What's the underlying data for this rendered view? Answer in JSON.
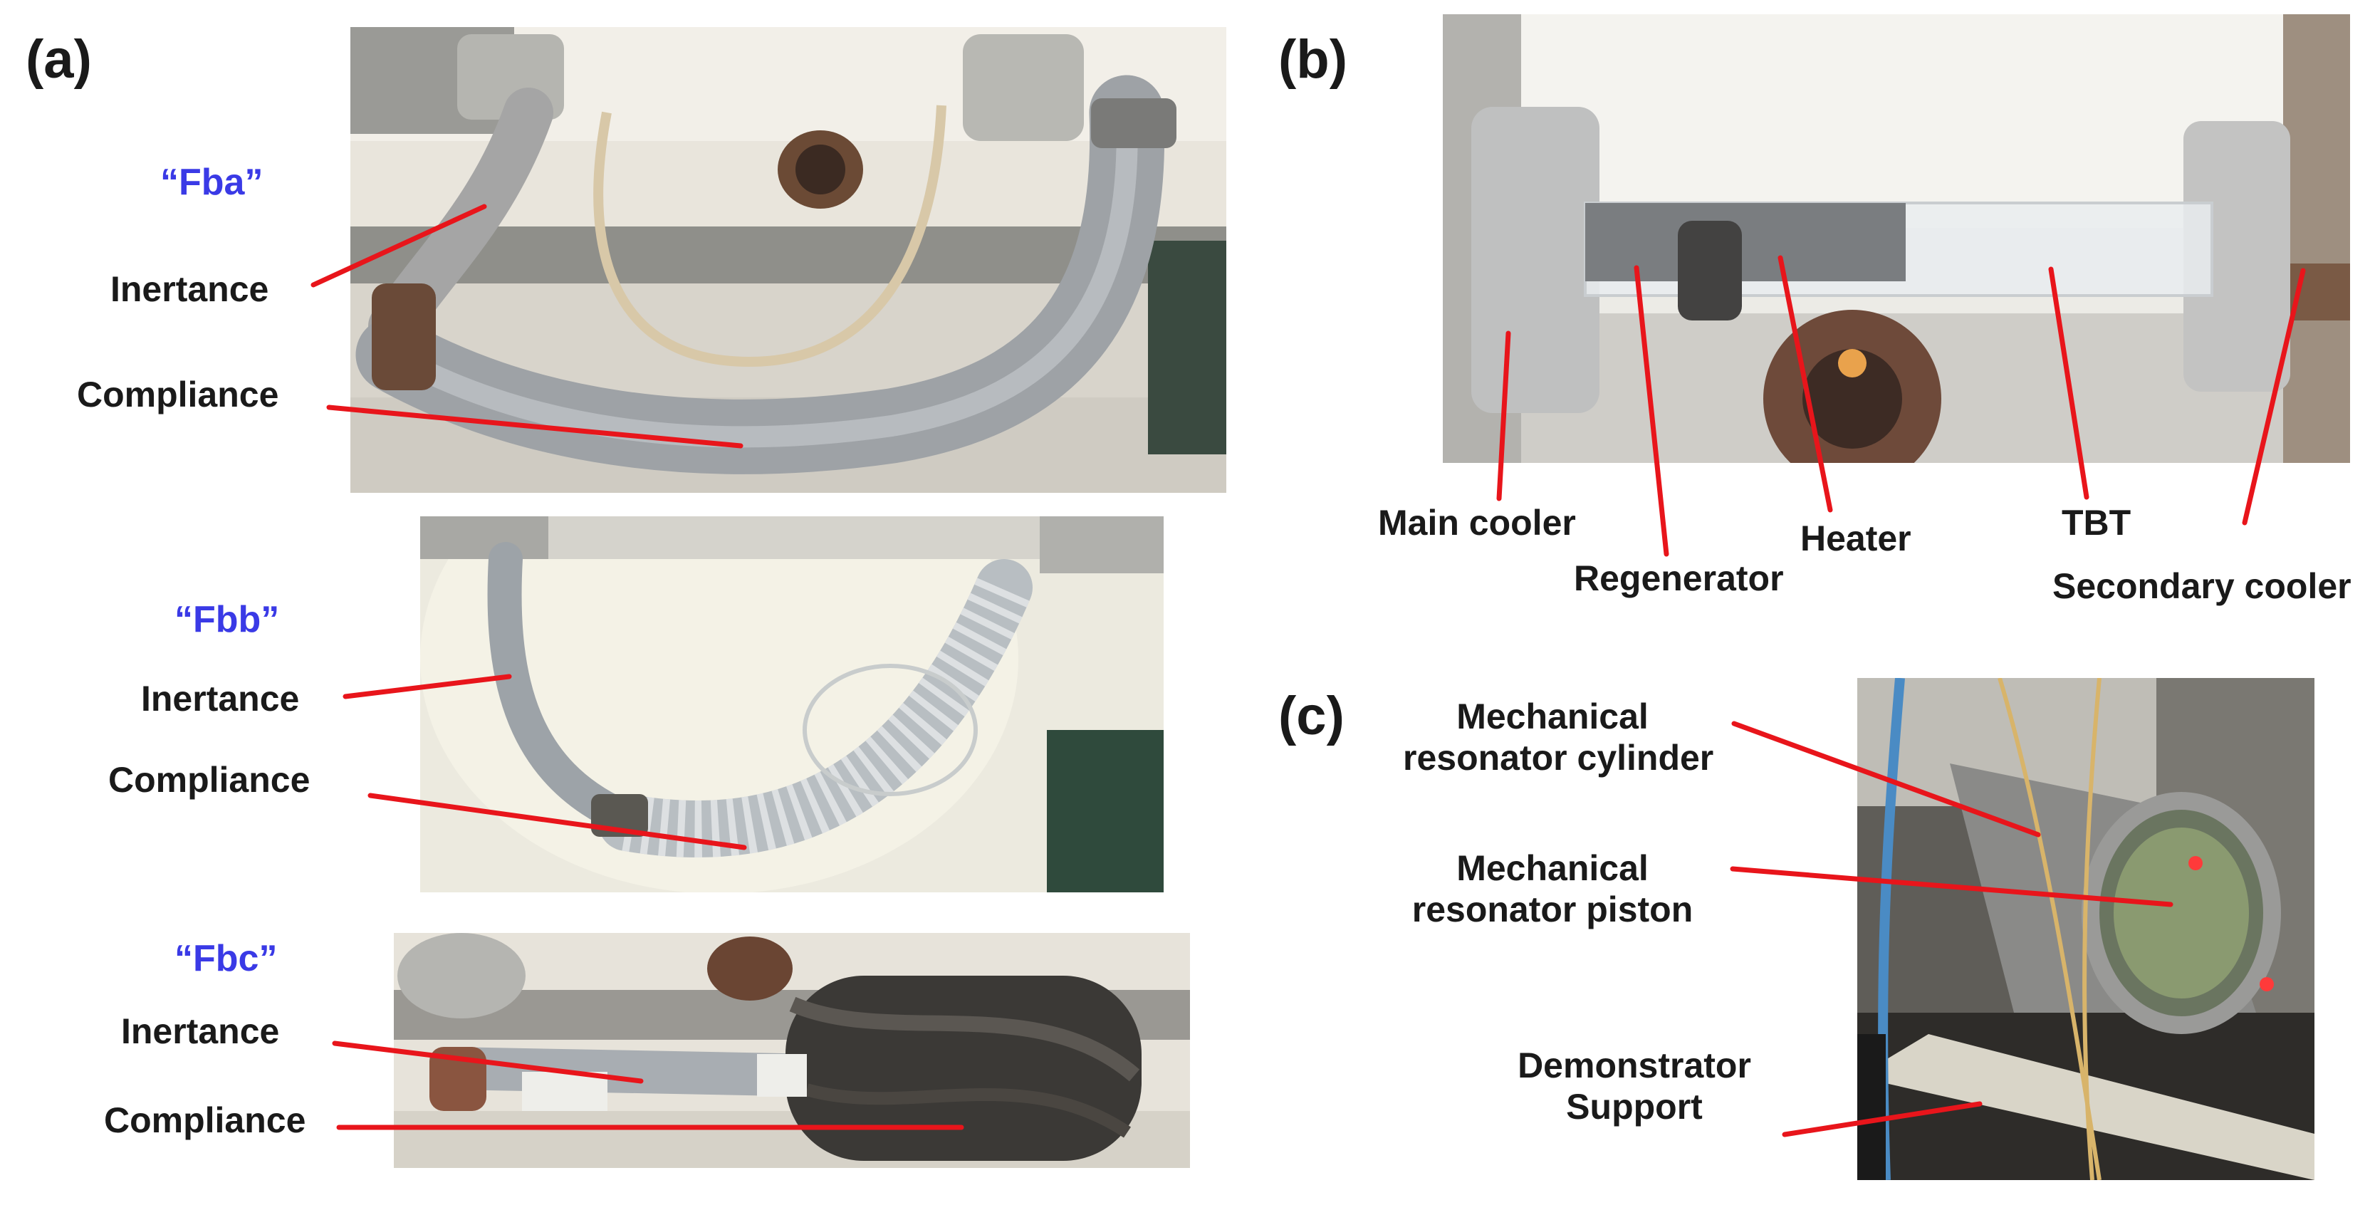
{
  "panels": {
    "a": {
      "letter": "(a)",
      "fba": {
        "title": "“Fba”",
        "inertance": "Inertance",
        "compliance": "Compliance"
      },
      "fbb": {
        "title": "“Fbb”",
        "inertance": "Inertance",
        "compliance": "Compliance"
      },
      "fbc": {
        "title": "“Fbc”",
        "inertance": "Inertance",
        "compliance": "Compliance"
      }
    },
    "b": {
      "letter": "(b)",
      "main_cooler": "Main cooler",
      "regenerator": "Regenerator",
      "heater": "Heater",
      "tbt": "TBT",
      "secondary_cooler": "Secondary cooler"
    },
    "c": {
      "letter": "(c)",
      "cylinder_line1": "Mechanical",
      "cylinder_line2": "resonator cylinder",
      "piston_line1": "Mechanical",
      "piston_line2": "resonator piston",
      "support_line1": "Demonstrator",
      "support_line2": "Support"
    }
  },
  "colors": {
    "leader_line": "#e8151b",
    "config_label": "#3a3ae6",
    "text": "#1a1a1a"
  }
}
